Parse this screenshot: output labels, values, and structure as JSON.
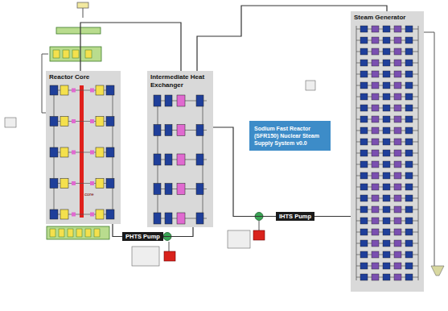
{
  "diagram": {
    "nodes": [
      {
        "text": [
          "Reactor Core"
        ]
      },
      {
        "text": [
          "Intermediate Heat Exchanger"
        ]
      },
      {
        "text": [
          "Steam Generator"
        ]
      },
      {
        "text": [
          "Sodium Fast Reactor (SFR150) Nuclear Steam Supply System v0.0"
        ]
      },
      {
        "text": [
          "PHTS Pump"
        ]
      },
      {
        "text": [
          "IHTS Pump"
        ]
      }
    ],
    "edges": [
      {
        "from": 0,
        "to": 1,
        "arrow": "none"
      },
      {
        "from": 1,
        "to": 2,
        "arrow": "none"
      },
      {
        "from": 0,
        "to": 4,
        "arrow": "none"
      },
      {
        "from": 4,
        "to": 1,
        "arrow": "none"
      },
      {
        "from": 5,
        "to": 1,
        "arrow": "none"
      },
      {
        "from": 2,
        "to": 5,
        "arrow": "none"
      }
    ],
    "labels": [
      "core"
    ]
  }
}
